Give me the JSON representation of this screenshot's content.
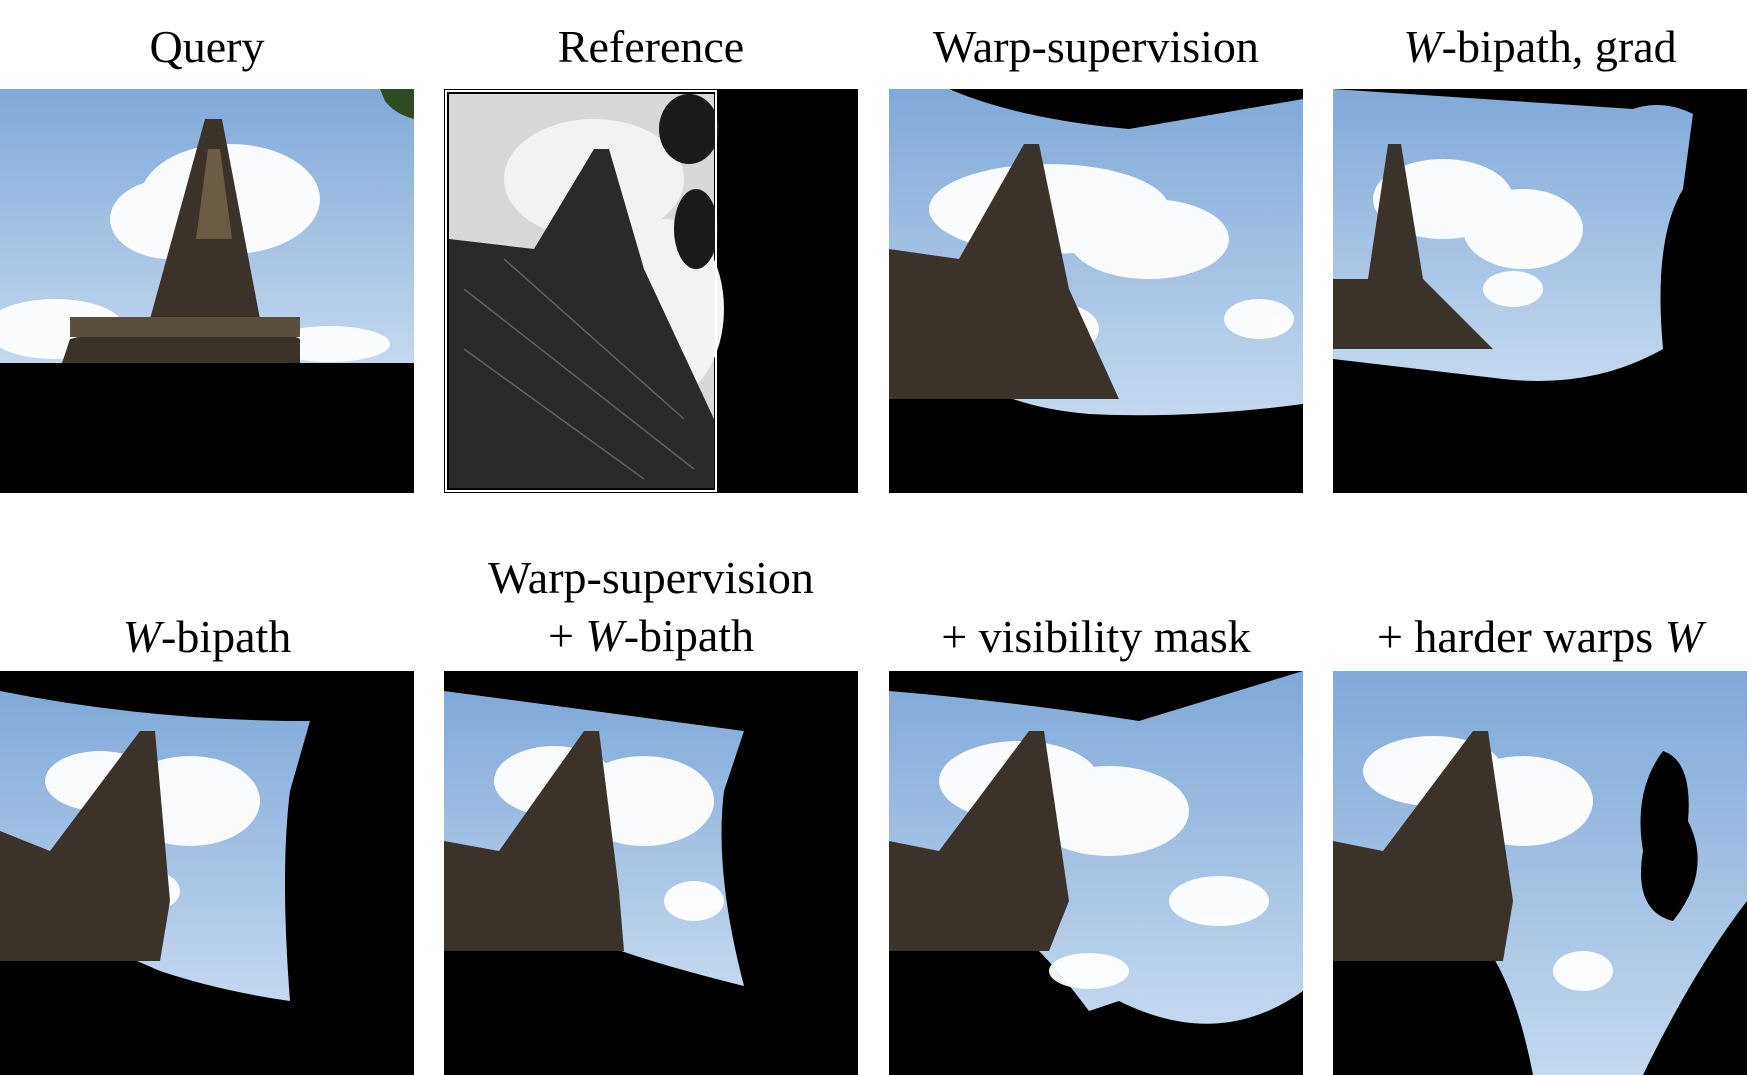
{
  "panels": [
    {
      "id": "query",
      "caption": {
        "pre": "",
        "ital": "",
        "post": "Query"
      }
    },
    {
      "id": "reference",
      "caption": {
        "pre": "",
        "ital": "",
        "post": "Reference"
      }
    },
    {
      "id": "warp-supervision",
      "caption": {
        "pre": "",
        "ital": "",
        "post": "Warp-supervision"
      }
    },
    {
      "id": "w-bipath-grad",
      "caption": {
        "pre": "",
        "ital": "W",
        "post": "-bipath, grad"
      }
    },
    {
      "id": "w-bipath",
      "caption": {
        "pre": "",
        "ital": "W",
        "post": "-bipath"
      }
    },
    {
      "id": "warp-sup-plus-w-bipath",
      "caption_line1": "Warp-supervision",
      "caption": {
        "pre": "+ ",
        "ital": "W",
        "post": "-bipath"
      }
    },
    {
      "id": "visibility-mask",
      "caption": {
        "pre": "+ visibility mask",
        "ital": "",
        "post": ""
      }
    },
    {
      "id": "harder-warps",
      "caption": {
        "pre": "+ harder warps ",
        "ital": "W",
        "post": ""
      }
    }
  ],
  "colors": {
    "sky_top": "#7fa9d9",
    "sky_bottom": "#c4d8ee",
    "cloud": "#ffffff",
    "tower": "#3b332a",
    "tower_light": "#8a7a62",
    "mask": "#000000",
    "gray_bg": "#d8d8d8",
    "gray_tower": "#2a2a2a"
  }
}
